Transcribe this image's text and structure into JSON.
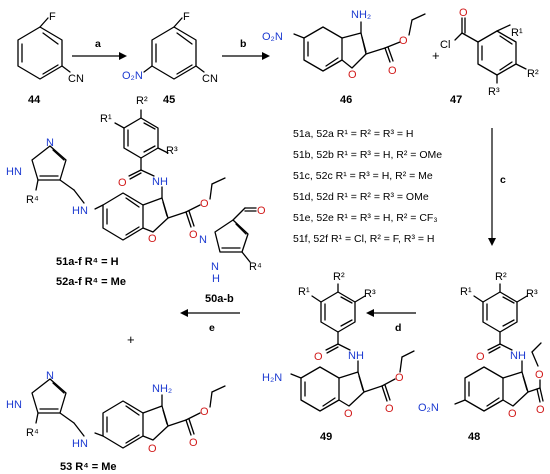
{
  "compounds": {
    "c44": "44",
    "c45": "45",
    "c46": "46",
    "c47": "47",
    "c48": "48",
    "c49": "49",
    "c50": "50a-b",
    "c51_52": [
      "51a-f R⁴ = H",
      "52a-f R⁴ = Me"
    ],
    "c53": "53 R⁴ = Me"
  },
  "conditions": {
    "a": "a",
    "b": "b",
    "c": "c",
    "d": "d",
    "e": "e"
  },
  "substituent_table": [
    "51a, 52a R¹ = R² = R³ = H",
    "51b, 52b R¹ = R³ = H, R² = OMe",
    "51c, 52c R¹ = R³ = H, R² = Me",
    "51d, 52d R¹ = R² = R³ = OMe",
    "51e, 52e R¹ = R³ = H, R² = CF₃",
    "51f, 52f R¹ = Cl, R² = F, R³ = H"
  ],
  "atoms": {
    "F": "F",
    "CN": "CN",
    "O2N": "O₂N",
    "NH2": "NH₂",
    "H2N": "H₂N",
    "O": "O",
    "Cl": "Cl",
    "NH": "NH",
    "HN": "HN",
    "N": "N",
    "H": "H",
    "R1": "R¹",
    "R2": "R²",
    "R3": "R³",
    "R4": "R⁴",
    "plus": "+"
  },
  "colors": {
    "oxygen": "#d11b1b",
    "nitrogen": "#1d3bd1",
    "bond": "#000000"
  }
}
